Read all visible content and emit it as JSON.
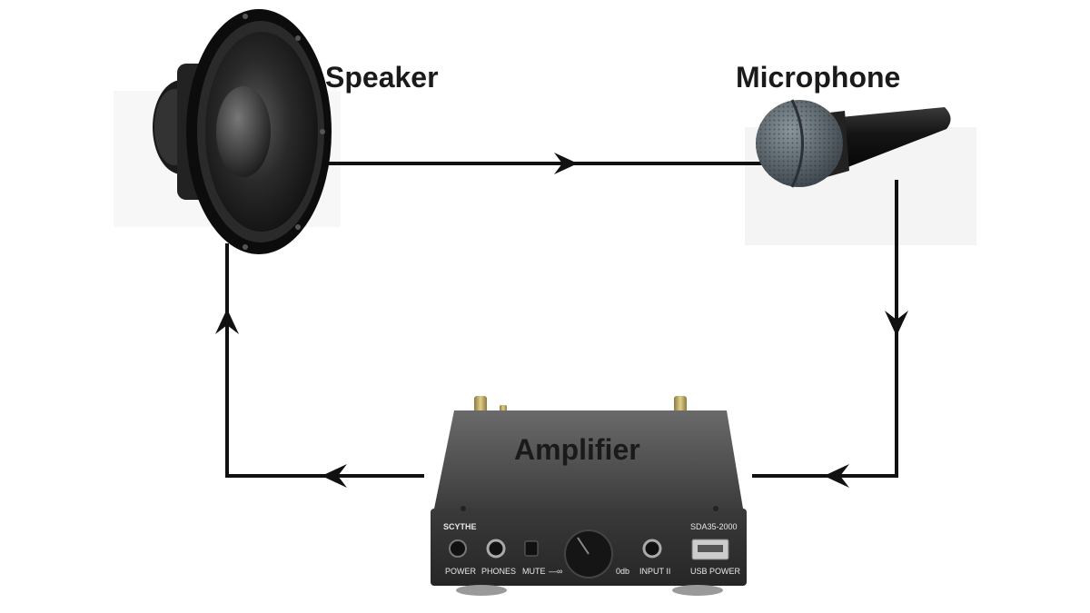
{
  "diagram": {
    "title": "",
    "nodes": {
      "speaker": {
        "label": "Speaker"
      },
      "microphone": {
        "label": "Microphone"
      },
      "amplifier": {
        "label": "Amplifier"
      }
    },
    "amplifier_panel": {
      "brand": "SCYTHE",
      "model": "SDA35-2000",
      "power": "POWER",
      "phones": "PHONES",
      "mute": "MUTE",
      "volume_min": "—∞",
      "volume_max": "0db",
      "input": "INPUT II",
      "usb": "USB POWER"
    },
    "flow": [
      {
        "from": "speaker",
        "to": "microphone"
      },
      {
        "from": "microphone",
        "to": "amplifier"
      },
      {
        "from": "amplifier",
        "to": "speaker"
      }
    ],
    "colors": {
      "line": "#111111",
      "label": "#1a1a1a",
      "device_dark": "#1e1e1e",
      "panel_grey": "#4a4a4a"
    }
  }
}
